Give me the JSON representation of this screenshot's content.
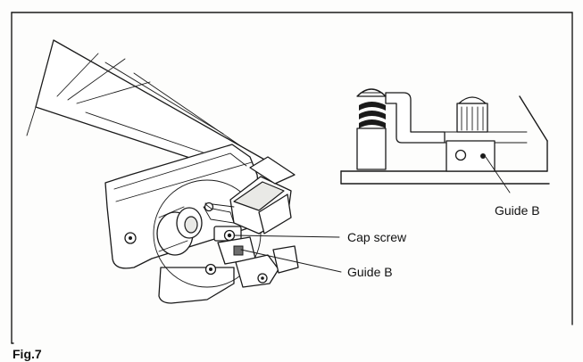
{
  "figure": {
    "caption": "Fig.7",
    "callouts": {
      "cap_screw": "Cap screw",
      "guide_b_main": "Guide B",
      "guide_b_inset": "Guide B"
    }
  },
  "colors": {
    "line": "#1a1a1a",
    "paper": "#fdfdfc",
    "shade": "#6d6d6d"
  }
}
